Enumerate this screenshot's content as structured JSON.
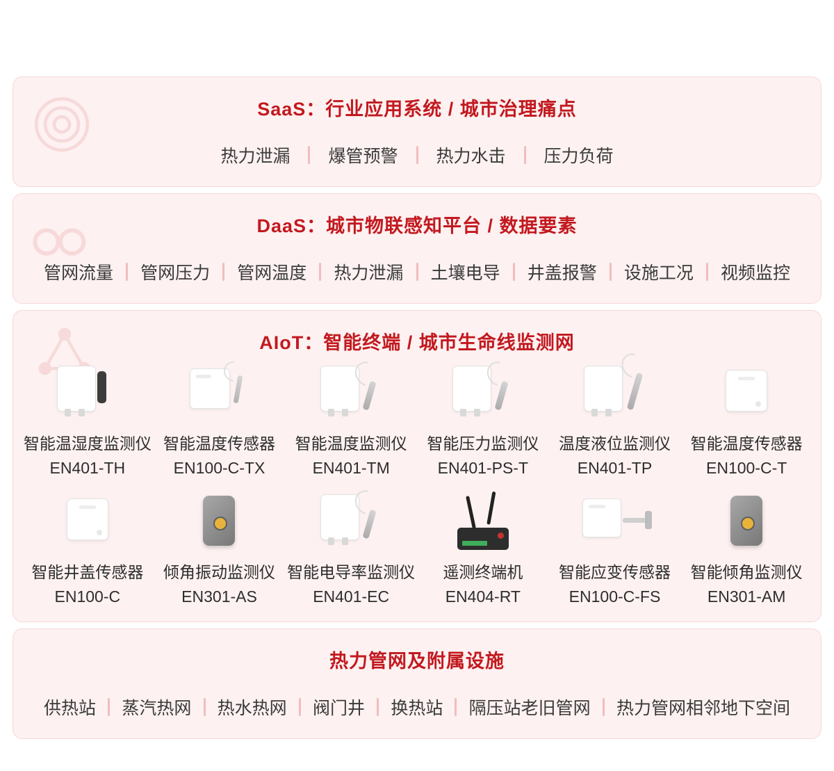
{
  "colors": {
    "accent_red": "#C2191F",
    "band_background": "#FDF1F1",
    "band_border": "#F6D8D8",
    "separator": "#F3BCBC",
    "body_text": "#3A3A3A"
  },
  "sections": {
    "saas": {
      "title": "SaaS：行业应用系统 / 城市治理痛点",
      "decoration_icon": "target-rings-icon",
      "items": [
        "热力泄漏",
        "爆管预警",
        "热力水击",
        "压力负荷"
      ]
    },
    "daas": {
      "title": "DaaS：城市物联感知平台 / 数据要素",
      "decoration_icon": "infinity-icon",
      "items": [
        "管网流量",
        "管网压力",
        "管网温度",
        "热力泄漏",
        "土壤电导",
        "井盖报警",
        "设施工况",
        "视频监控"
      ]
    },
    "aiot": {
      "title": "AIoT：智能终端 / 城市生命线监测网",
      "decoration_icon": "network-triangle-icon",
      "products": [
        {
          "name": "智能温湿度监测仪",
          "model": "EN401-TH",
          "icon": "box-probe-dark"
        },
        {
          "name": "智能温度传感器",
          "model": "EN100-C-TX",
          "icon": "panel-probe"
        },
        {
          "name": "智能温度监测仪",
          "model": "EN401-TM",
          "icon": "box-probe"
        },
        {
          "name": "智能压力监测仪",
          "model": "EN401-PS-T",
          "icon": "box-probe"
        },
        {
          "name": "温度液位监测仪",
          "model": "EN401-TP",
          "icon": "box-probe-tall"
        },
        {
          "name": "智能温度传感器",
          "model": "EN100-C-T",
          "icon": "panel"
        },
        {
          "name": "智能井盖传感器",
          "model": "EN100-C",
          "icon": "panel"
        },
        {
          "name": "倾角振动监测仪",
          "model": "EN301-AS",
          "icon": "tilt-sensor"
        },
        {
          "name": "智能电导率监测仪",
          "model": "EN401-EC",
          "icon": "box-probe"
        },
        {
          "name": "遥测终端机",
          "model": "EN404-RT",
          "icon": "router"
        },
        {
          "name": "智能应变传感器",
          "model": "EN100-C-FS",
          "icon": "panel-arm"
        },
        {
          "name": "智能倾角监测仪",
          "model": "EN301-AM",
          "icon": "tilt-sensor"
        }
      ]
    },
    "infra": {
      "title": "热力管网及附属设施",
      "items": [
        "供热站",
        "蒸汽热网",
        "热水热网",
        "阀门井",
        "换热站",
        "隔压站老旧管网",
        "热力管网相邻地下空间"
      ]
    }
  }
}
